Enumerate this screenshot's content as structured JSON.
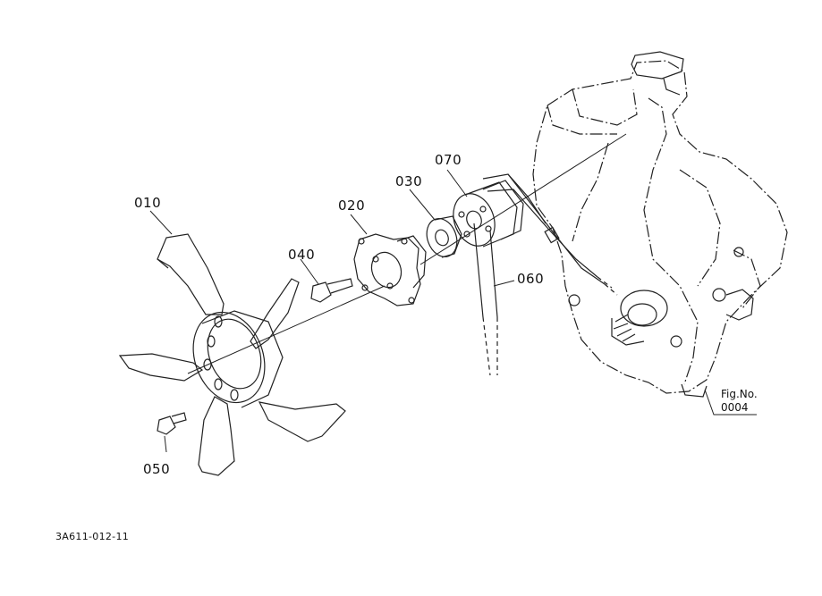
{
  "parts": {
    "p010": "010",
    "p020": "020",
    "p030": "030",
    "p040": "040",
    "p050": "050",
    "p060": "060",
    "p070": "070"
  },
  "figure_ref": {
    "line1": "Fig.No.",
    "line2": "0004"
  },
  "drawing_code": "3A611-012-11"
}
